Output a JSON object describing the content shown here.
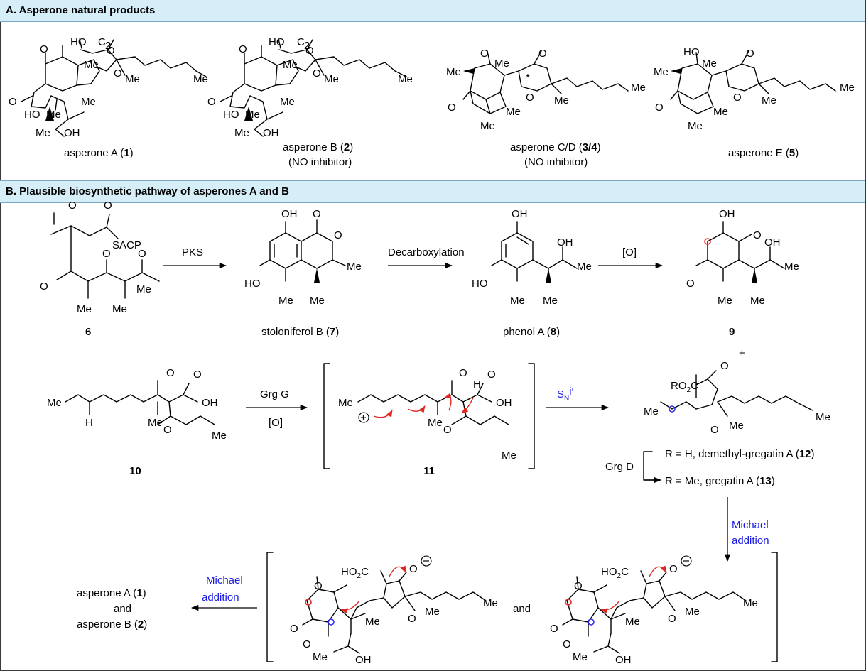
{
  "section_a": {
    "title": "A. Asperone natural products",
    "compounds": [
      {
        "name": "asperone A (",
        "num": "1",
        "close": ")",
        "note": ""
      },
      {
        "name": "asperone B (",
        "num": "2",
        "close": ")",
        "note": "(NO inhibitor)"
      },
      {
        "name": "asperone C/D (",
        "num": "3/4",
        "close": ")",
        "note": "(NO inhibitor)"
      },
      {
        "name": "asperone E (",
        "num": "5",
        "close": ")",
        "note": ""
      }
    ]
  },
  "section_b": {
    "title": "B. Plausible biosynthetic pathway of asperones A and B",
    "steps": {
      "pks": "PKS",
      "decarboxylation": "Decarboxylation",
      "oxidation": "[O]",
      "grg_g": "Grg G",
      "grg_g_ox": "[O]",
      "sni": "S",
      "sni_sub": "N",
      "sni_prime": "i′",
      "grg_d": "Grg D",
      "michael1_line1": "Michael",
      "michael1_line2": "addition",
      "michael2_line1": "Michael",
      "michael2_line2": "addition",
      "and": "and",
      "plus": "+"
    },
    "compounds": {
      "c6": "6",
      "c7_name": "stoloniferol B (",
      "c7_num": "7",
      "c8_name": "phenol A (",
      "c8_num": "8",
      "c9": "9",
      "c10": "10",
      "c11": "11",
      "c12_text": "R = H, demethyl-gregatin A (",
      "c12_num": "12",
      "c13_text": "R = Me, gregatin A (",
      "c13_num": "13"
    },
    "products": {
      "line1": "asperone A (",
      "line1_num": "1",
      "and": "and",
      "line2": "asperone B (",
      "line2_num": "2"
    }
  },
  "atom_labels": {
    "o": "O",
    "oh": "OH",
    "ho": "HO",
    "me": "Me",
    "h": "H",
    "ho2c": "HO",
    "co2": "C",
    "ro2c": "RO",
    "sacp": "SACP",
    "two": "2"
  },
  "colors": {
    "band": "#d6eef8",
    "blue_label": "#1a1ae6",
    "electron_arrow": "#e0261f",
    "red_marker": "#e0261f",
    "blue_marker": "#2a2aee"
  }
}
